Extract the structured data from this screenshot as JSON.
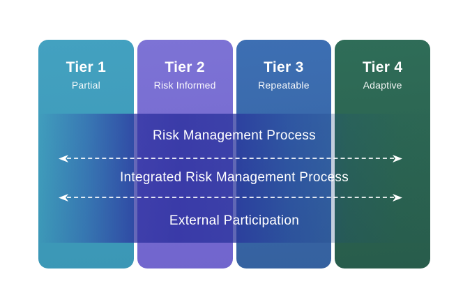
{
  "figure": {
    "background": "#ffffff",
    "text_color": "#ffffff",
    "tiers": [
      {
        "label": "Tier 1",
        "sublabel": "Partial",
        "color_top": "#43a1c0",
        "color_bottom": "#3b97b6"
      },
      {
        "label": "Tier 2",
        "sublabel": "Risk Informed",
        "color_top": "#7d73d5",
        "color_bottom": "#7165cd"
      },
      {
        "label": "Tier 3",
        "sublabel": "Repeatable",
        "color_top": "#3d6fb3",
        "color_bottom": "#35619f"
      },
      {
        "label": "Tier 4",
        "sublabel": "Adaptive",
        "color_top": "#2f6d58",
        "color_bottom": "#285c4b"
      }
    ],
    "overlay": {
      "tint_color": "#2b2f9e",
      "arrow_color": "#ffffff",
      "labels": [
        "Risk Management Process",
        "Integrated Risk Management Process",
        "External Participation"
      ]
    }
  }
}
